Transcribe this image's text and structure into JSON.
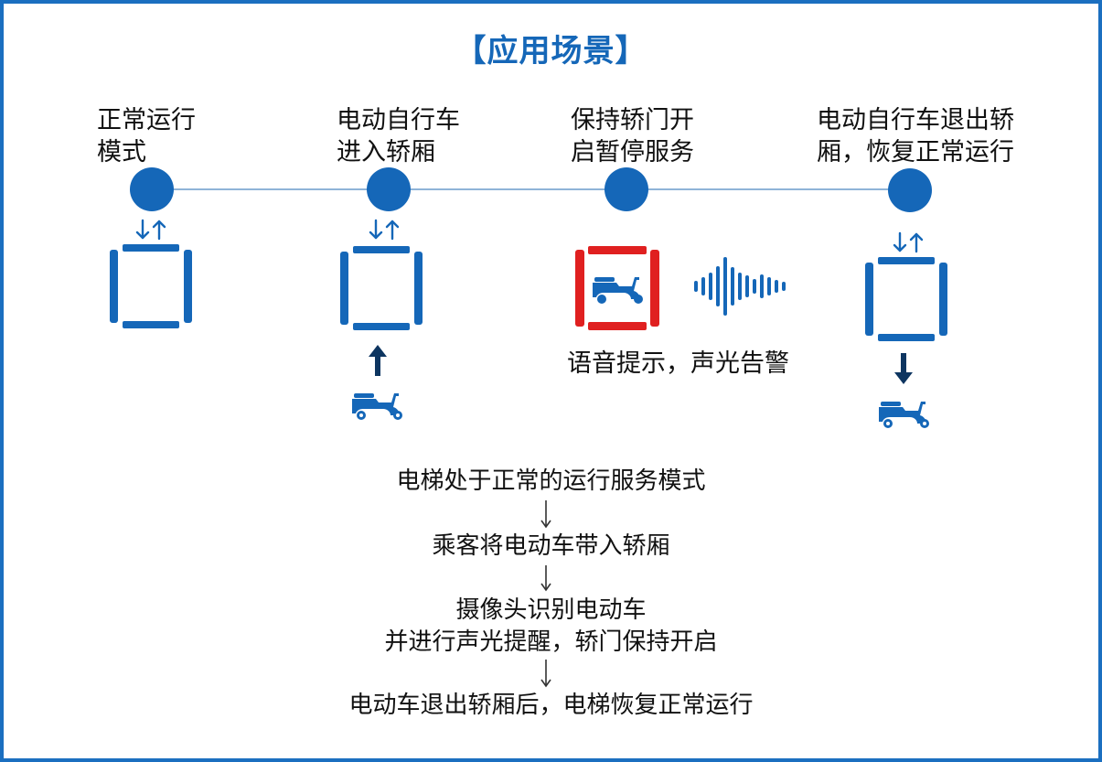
{
  "title": "【应用场景】",
  "steps": [
    {
      "line1": "正常运行",
      "line2": "模式"
    },
    {
      "line1": "电动自行车",
      "line2": "进入轿厢"
    },
    {
      "line1": "保持轿门开",
      "line2": "启暂停服务"
    },
    {
      "line1": "电动自行车退出轿",
      "line2": "厢，恢复正常运行"
    }
  ],
  "alarm_text": "语音提示，声光告警",
  "flow": [
    {
      "line1": "电梯处于正常的运行服务模式"
    },
    {
      "line1": "乘客将电动车带入轿厢"
    },
    {
      "line1": "摄像头识别电动车",
      "line2": "并进行声光提醒，轿门保持开启"
    },
    {
      "line1": "电动车退出轿厢后，电梯恢复正常运行"
    }
  ],
  "colors": {
    "accent_blue": "#1567b8",
    "alarm_red": "#e02020",
    "dark_navy": "#0d3560"
  },
  "icons": [
    "elevator-car-icon",
    "up-down-arrows-icon",
    "scooter-icon",
    "sound-wave-icon",
    "arrow-up-icon",
    "arrow-down-icon"
  ]
}
